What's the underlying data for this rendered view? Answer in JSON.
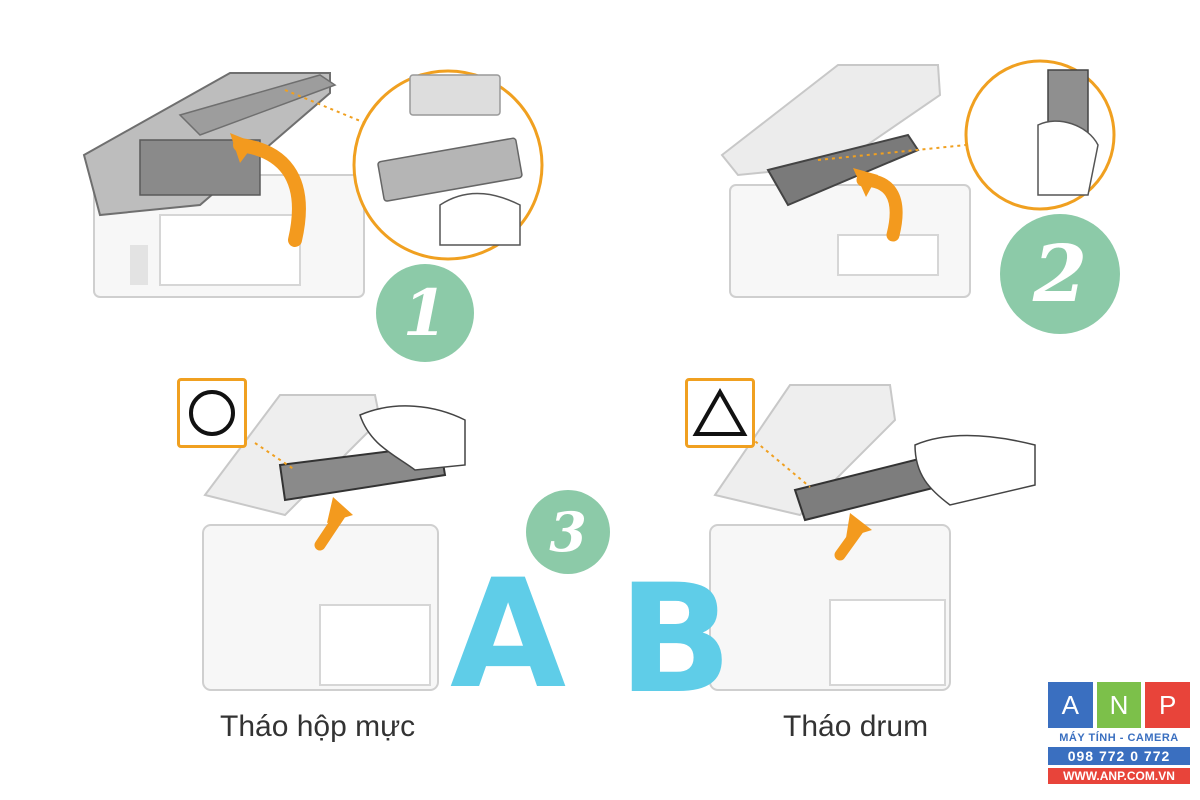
{
  "steps": {
    "step1": "1",
    "step2": "2",
    "step3": "3"
  },
  "options": {
    "a_letter": "A",
    "b_letter": "B",
    "a_caption": "Tháo hộp mực",
    "b_caption": "Tháo drum"
  },
  "symbols": {
    "a_symbol": "circle-icon",
    "b_symbol": "triangle-icon"
  },
  "logo": {
    "letters": [
      "A",
      "N",
      "P"
    ],
    "tagline": "MÁY TÍNH - CAMERA",
    "phone": "098 772 0 772",
    "website": "WWW.ANP.COM.VN"
  },
  "colors": {
    "badge_green": "#8ccaa8",
    "letter_blue": "#5fcde8",
    "arrow_orange": "#f39a1e",
    "callout_orange": "#f0a020",
    "logo_blue": "#3a6fc0",
    "logo_green": "#7cc04a",
    "logo_red": "#e8443a"
  }
}
